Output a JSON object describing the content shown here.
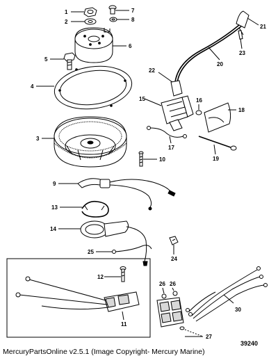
{
  "callouts": [
    {
      "id": "p1",
      "label": "1"
    },
    {
      "id": "p2",
      "label": "2"
    },
    {
      "id": "p3",
      "label": "3"
    },
    {
      "id": "p4",
      "label": "4"
    },
    {
      "id": "p5",
      "label": "5"
    },
    {
      "id": "p6",
      "label": "6"
    },
    {
      "id": "p7",
      "label": "7"
    },
    {
      "id": "p8",
      "label": "8"
    },
    {
      "id": "p9",
      "label": "9"
    },
    {
      "id": "p10",
      "label": "10"
    },
    {
      "id": "p11",
      "label": "11"
    },
    {
      "id": "p12",
      "label": "12"
    },
    {
      "id": "p13",
      "label": "13"
    },
    {
      "id": "p14",
      "label": "14"
    },
    {
      "id": "p15",
      "label": "15"
    },
    {
      "id": "p16",
      "label": "16"
    },
    {
      "id": "p17",
      "label": "17"
    },
    {
      "id": "p18",
      "label": "18"
    },
    {
      "id": "p19",
      "label": "19"
    },
    {
      "id": "p20",
      "label": "20"
    },
    {
      "id": "p21",
      "label": "21"
    },
    {
      "id": "p22",
      "label": "22"
    },
    {
      "id": "p23",
      "label": "23"
    },
    {
      "id": "p24",
      "label": "24"
    },
    {
      "id": "p25",
      "label": "25"
    },
    {
      "id": "p26a",
      "label": "26"
    },
    {
      "id": "p26b",
      "label": "26"
    },
    {
      "id": "p27",
      "label": "27"
    },
    {
      "id": "p30",
      "label": "30"
    }
  ],
  "diagram_number": "39240",
  "footer": "MercuryPartsOnline v2.5.1 (Image Copyright- Mercury Marine)"
}
